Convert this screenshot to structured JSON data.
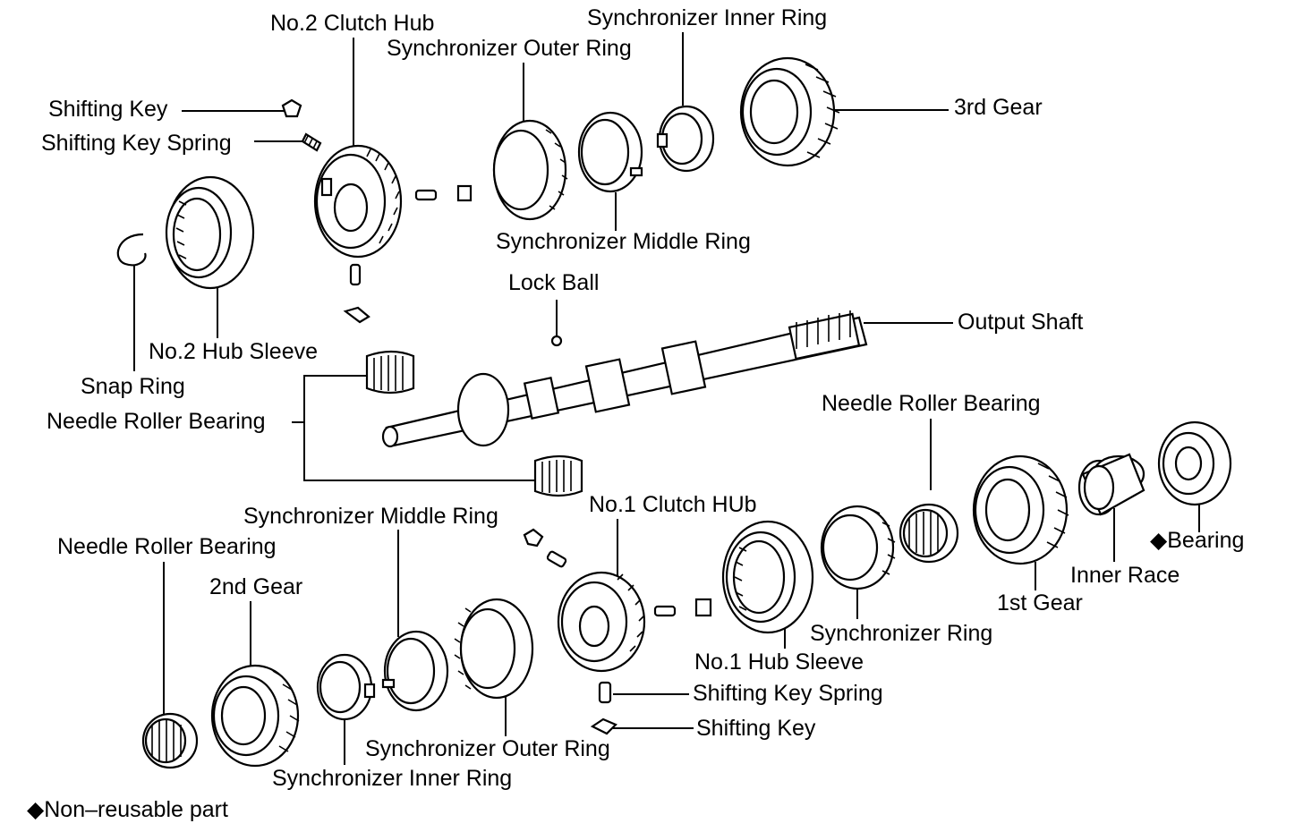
{
  "labels": {
    "no2_clutch_hub": "No.2 Clutch Hub",
    "sync_inner_ring_top": "Synchronizer Inner Ring",
    "sync_outer_ring_top": "Synchronizer Outer Ring",
    "shifting_key_top": "Shifting Key",
    "third_gear": "3rd Gear",
    "shifting_key_spring_top": "Shifting Key Spring",
    "sync_middle_ring_top": "Synchronizer Middle Ring",
    "lock_ball": "Lock Ball",
    "output_shaft": "Output Shaft",
    "no2_hub_sleeve": "No.2 Hub Sleeve",
    "snap_ring": "Snap Ring",
    "needle_roller_bearing_left": "Needle Roller Bearing",
    "needle_roller_bearing_right": "Needle Roller Bearing",
    "no1_clutch_hub": "No.1 Clutch HUb",
    "sync_middle_ring_bottom": "Synchronizer Middle Ring",
    "bearing": "Bearing",
    "needle_roller_bearing_bottom": "Needle Roller Bearing",
    "inner_race": "Inner Race",
    "second_gear": "2nd Gear",
    "first_gear": "1st Gear",
    "sync_ring": "Synchronizer Ring",
    "no1_hub_sleeve": "No.1 Hub Sleeve",
    "shifting_key_spring_bottom": "Shifting Key Spring",
    "shifting_key_bottom": "Shifting Key",
    "sync_outer_ring_bottom": "Synchronizer Outer Ring",
    "sync_inner_ring_bottom": "Synchronizer Inner Ring",
    "non_reusable_note": "Non–reusable part"
  },
  "symbols": {
    "non_reusable_marker": "◆"
  }
}
